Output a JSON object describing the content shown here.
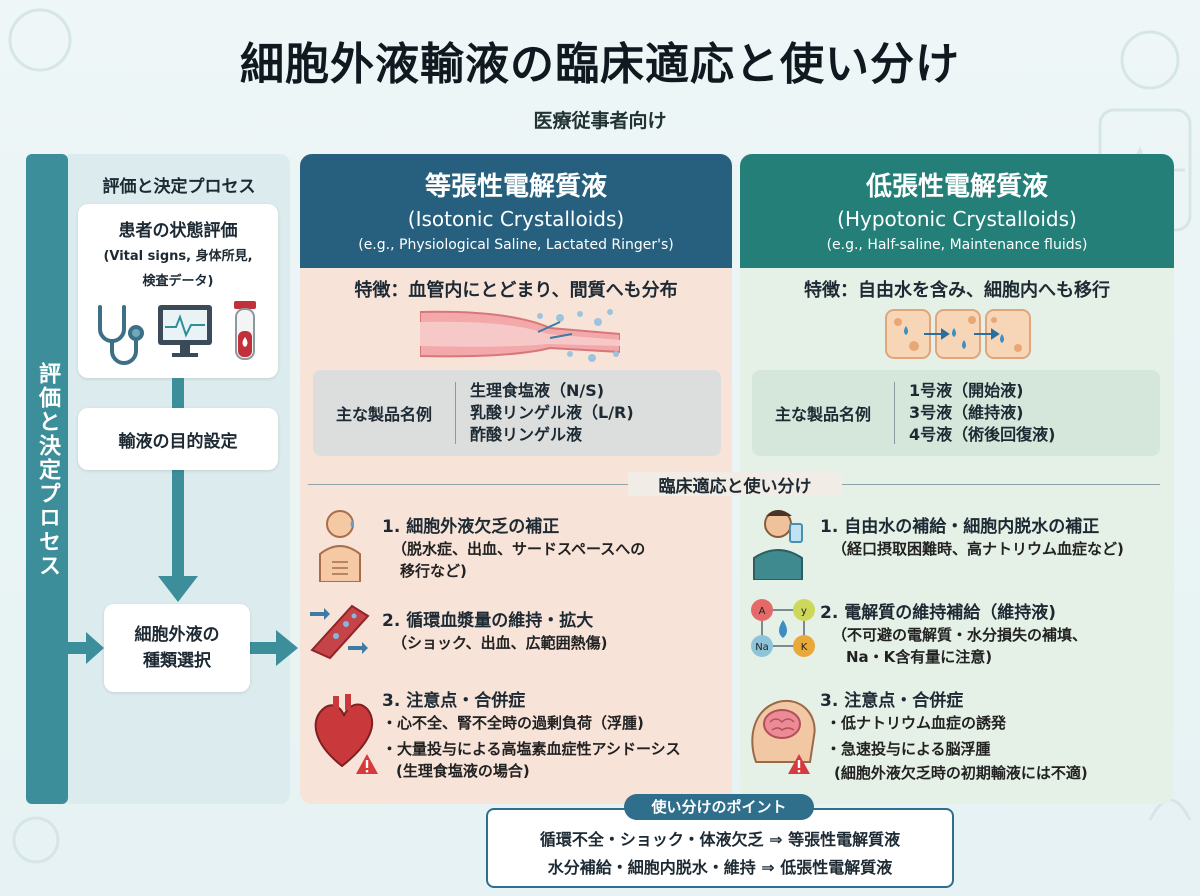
{
  "title": "細胞外液輸液の臨床適応と使い分け",
  "subtitle": "医療従事者向け",
  "process": {
    "vertical_label": "評価と決定プロセス",
    "heading": "評価と決定プロセス",
    "step1_title": "患者の状態評価",
    "step1_desc_line1": "(Vital signs, 身体所見,",
    "step1_desc_line2": "検査データ)",
    "step2": "輸液の目的設定",
    "step3_line1": "細胞外液の",
    "step3_line2": "種類選択"
  },
  "isotonic": {
    "title_ja": "等張性電解質液",
    "title_en": "(Isotonic Crystalloids)",
    "examples": "(e.g., Physiological Saline, Lactated Ringer's)",
    "feature": "特徴：血管内にとどまり、間質へも分布",
    "products_label": "主な製品名例",
    "products": [
      "生理食塩液（N/S)",
      "乳酸リンゲル液（L/R)",
      "酢酸リンゲル液"
    ],
    "items": [
      {
        "title": "1. 細胞外液欠乏の補正",
        "desc": [
          "（脱水症、出血、サードスペースへの",
          "移行など)"
        ]
      },
      {
        "title": "2. 循環血漿量の維持・拡大",
        "desc": [
          "（ショック、出血、広範囲熱傷)"
        ]
      },
      {
        "title": "3. 注意点・合併症",
        "desc": [
          "・心不全、腎不全時の過剰負荷（浮腫)",
          "・大量投与による高塩素血症性アシドーシス",
          "(生理食塩液の場合)"
        ]
      }
    ]
  },
  "hypotonic": {
    "title_ja": "低張性電解質液",
    "title_en": "(Hypotonic Crystalloids)",
    "examples": "(e.g.,  Half-saline, Maintenance fluids)",
    "feature": "特徴：自由水を含み、細胞内へも移行",
    "products_label": "主な製品名例",
    "products": [
      "1号液（開始液)",
      "3号液（維持液)",
      "4号液（術後回復液)"
    ],
    "items": [
      {
        "title": "1. 自由水の補給・細胞内脱水の補正",
        "desc": [
          "（経口摂取困難時、高ナトリウム血症など)"
        ]
      },
      {
        "title": "2. 電解質の維持補給（維持液)",
        "desc": [
          "（不可避の電解質・水分損失の補填、",
          "Na・K含有量に注意)"
        ]
      },
      {
        "title": "3. 注意点・合併症",
        "desc": [
          "・低ナトリウム血症の誘発",
          "・急速投与による脳浮腫",
          "(細胞外液欠乏時の初期輸液には不適)"
        ]
      }
    ]
  },
  "divider_label": "臨床適応と使い分け",
  "points": {
    "label": "使い分けのポイント",
    "line1": "循環不全・ショック・体液欠乏 ⇒ 等張性電解質液",
    "line2": "水分補給・細胞内脱水・維持 ⇒ 低張性電解質液"
  },
  "electrolyte_labels": [
    "A",
    "y",
    "Na",
    "K"
  ],
  "colors": {
    "isotonic_header": "#26607e",
    "hypotonic_header": "#237f78",
    "process_bar": "#3c8f9a",
    "isotonic_bg": "#f8e3d9",
    "hypotonic_bg": "#e5f1e7"
  }
}
